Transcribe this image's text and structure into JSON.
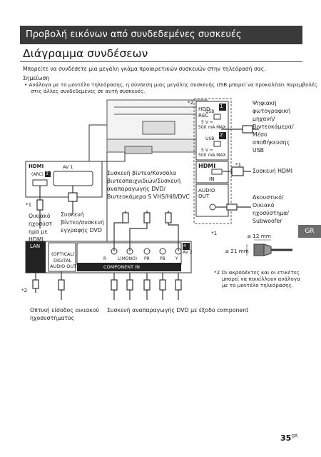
{
  "header": {
    "title": "Προβολή εικόνων από συνδεδεμένες συσκευές"
  },
  "heading": "Διάγραμμα συνδέσεων",
  "intro": "Μπορείτε να συνδέσετε μια μεγάλη γκάμα προαιρετικών συσκευών στην τηλεόρασή σας.",
  "note": {
    "title": "Σημείωση",
    "bullet_line1": "• Ανάλογα με το μοντέλο τηλεόρασης, η σύνδεση μιας μεγάλης συσκευής USB μπορεί να προκαλέσει παρεμβολές",
    "bullet_line2": "στις άλλες συνδεδεμένες σε αυτή συσκευές."
  },
  "devices": {
    "camera": [
      "Ψηφιακή",
      "φωτογραφική",
      "μηχανή/",
      "Βιντεοκάμερα/",
      "Μέσο",
      "αποθήκευσης",
      "USB"
    ],
    "hdmi_device": "Συσκευή HDMI",
    "audio_system": [
      "Ακουστικό/",
      "Οικιακό",
      "ηχοσύστημα/",
      "Subwoofer"
    ],
    "video_game": [
      "Συσκευή βίντεο/Κονσόλα",
      "βιντεοπαιχνιδιών/Συσκευή",
      "αναπαραγωγής DVD/",
      "Βιντεοκάμερα S VHS/Hi8/DVC"
    ],
    "home_theater_hdmi": [
      "Οικιακό",
      "ηχοσύστ",
      "ημα με",
      "HDMI"
    ],
    "vcr": [
      "Συσκευή",
      "βίντεο/συσκευή",
      "εγγραφής DVD"
    ],
    "optical_input": [
      "Οπτική είσοδος οικιακού",
      "ηχοσυστήματος"
    ],
    "component_dvd": "Συσκευή αναπαραγωγής DVD με έξοδο component"
  },
  "ports": {
    "hdd_rec": [
      "HDD",
      "REC"
    ],
    "usb": "USB",
    "power": [
      "5 V ⎓",
      "500 mA MAX"
    ],
    "hdmi_in": "IN",
    "audio_out": [
      "AUDIO",
      "OUT"
    ],
    "hdmi_logo": "HDMI",
    "arc": "(ARC)",
    "av1": "AV 1",
    "lan": "LAN",
    "optical": "(OPTICAL)",
    "digital_audio_out": [
      "DIGITAL",
      "AUDIO OUT"
    ],
    "component_in": "COMPONENT IN",
    "component_labels": [
      "R",
      "L(MONO)",
      "PR",
      "PB",
      "Y"
    ],
    "av2": "AV 2",
    "port_numbers": [
      "1",
      "2",
      "3",
      "4"
    ]
  },
  "footnotes": {
    "mark1": "*1",
    "mark2": "*2",
    "mark2_text": [
      "*2 Οι ακροδέκτες και οι ετικέτες",
      "μπορεί να ποικίλλουν ανάλογα",
      "με το μοντέλο τηλεόρασης."
    ]
  },
  "dimensions": {
    "outer": "≤ 12 mm",
    "inner": "≤ 21 mm"
  },
  "tab": "GR",
  "page": {
    "number": "35",
    "suffix": "GR"
  }
}
